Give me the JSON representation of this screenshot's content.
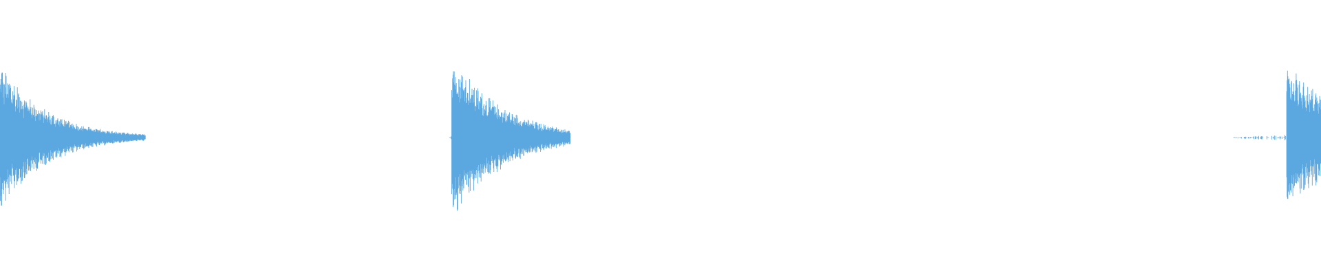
{
  "waveform": {
    "color": "#5ba8e0",
    "background": "#ffffff",
    "duration_s": 1.0,
    "peak_normalized": 1.0,
    "bursts": [
      {
        "name": "transient-1",
        "onset": 0.0,
        "peak": 0.8,
        "decay": 0.035,
        "tail_end": 0.11,
        "pre_roll": 0.0
      },
      {
        "name": "transient-2",
        "onset": 0.342,
        "peak": 0.9,
        "decay": 0.038,
        "tail_end": 0.09,
        "pre_roll": 0.002
      },
      {
        "name": "transient-3",
        "onset": 0.974,
        "peak": 0.78,
        "decay": 0.05,
        "tail_end": 0.026,
        "pre_roll": 0.04
      }
    ]
  }
}
